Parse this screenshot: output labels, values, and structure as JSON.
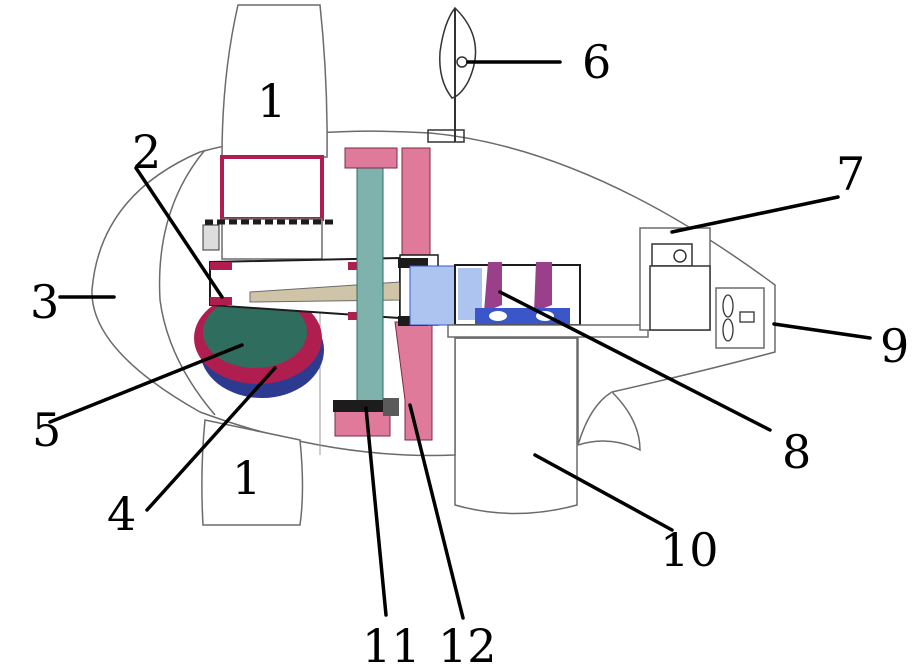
{
  "colors": {
    "background": "#ffffff",
    "nacelle_fill": "#ffffff",
    "outline": "#6b6b6b",
    "blade_fill": "#ffffff",
    "bearing_red": "#b01e4f",
    "bearing_green": "#2f6e5e",
    "bearing_blue": "#2c3a8f",
    "gear_pink": "#e07a9a",
    "gear_teal": "#7fb2ad",
    "generator_blue": "#3a56c8",
    "generator_purple": "#9a3f8a",
    "dark": "#1c1c1c"
  },
  "labels": [
    {
      "id": "label-1-top",
      "text": "1"
    },
    {
      "id": "label-1-bottom",
      "text": "1"
    },
    {
      "id": "label-2",
      "text": "2"
    },
    {
      "id": "label-3",
      "text": "3"
    },
    {
      "id": "label-4",
      "text": "4"
    },
    {
      "id": "label-5",
      "text": "5"
    },
    {
      "id": "label-6",
      "text": "6"
    },
    {
      "id": "label-7",
      "text": "7"
    },
    {
      "id": "label-8",
      "text": "8"
    },
    {
      "id": "label-9",
      "text": "9"
    },
    {
      "id": "label-10",
      "text": "10"
    },
    {
      "id": "label-11",
      "text": "11"
    },
    {
      "id": "label-12",
      "text": "12"
    }
  ]
}
